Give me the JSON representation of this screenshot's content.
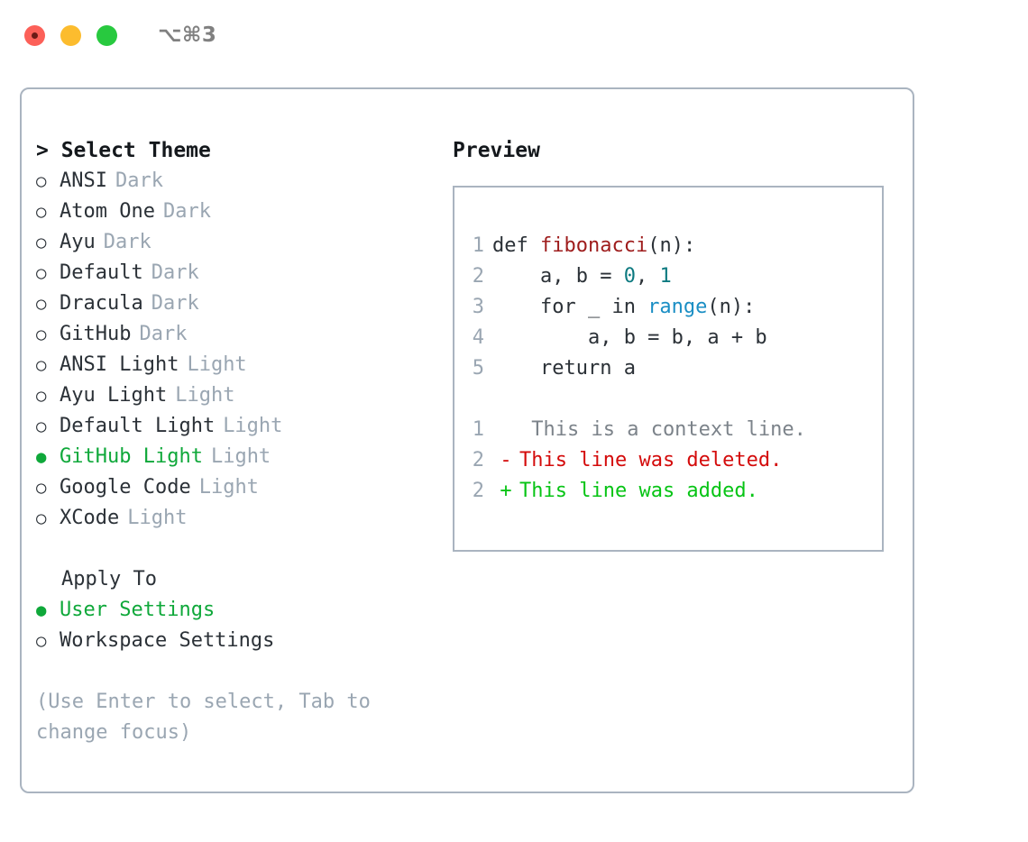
{
  "window": {
    "shortcut": "⌥⌘3",
    "traffic_lights": [
      "close-red",
      "minimize-yellow",
      "maximize-green"
    ]
  },
  "theme_picker": {
    "heading": "> Select Theme",
    "marker_selected": "●",
    "marker_unselected": "○",
    "items": [
      {
        "name": "ANSI",
        "tag": "Dark",
        "selected": false
      },
      {
        "name": "Atom One",
        "tag": "Dark",
        "selected": false
      },
      {
        "name": "Ayu",
        "tag": "Dark",
        "selected": false
      },
      {
        "name": "Default",
        "tag": "Dark",
        "selected": false
      },
      {
        "name": "Dracula",
        "tag": "Dark",
        "selected": false
      },
      {
        "name": "GitHub",
        "tag": "Dark",
        "selected": false
      },
      {
        "name": "ANSI Light",
        "tag": "Light",
        "selected": false
      },
      {
        "name": "Ayu Light",
        "tag": "Light",
        "selected": false
      },
      {
        "name": "Default Light",
        "tag": "Light",
        "selected": false
      },
      {
        "name": "GitHub Light",
        "tag": "Light",
        "selected": true
      },
      {
        "name": "Google Code",
        "tag": "Light",
        "selected": false
      },
      {
        "name": "XCode",
        "tag": "Light",
        "selected": false
      }
    ]
  },
  "apply_to": {
    "label": "Apply To",
    "options": [
      {
        "name": "User Settings",
        "selected": true
      },
      {
        "name": "Workspace Settings",
        "selected": false
      }
    ]
  },
  "hint": "(Use Enter to select, Tab to change focus)",
  "preview": {
    "title": "Preview",
    "code_lines": [
      {
        "num": "1",
        "parts": [
          {
            "text": "def ",
            "token": "plain"
          },
          {
            "text": "fibonacci",
            "token": "function"
          },
          {
            "text": "(n):",
            "token": "plain"
          }
        ]
      },
      {
        "num": "2",
        "parts": [
          {
            "text": "    a, b = ",
            "token": "plain"
          },
          {
            "text": "0",
            "token": "number"
          },
          {
            "text": ", ",
            "token": "plain"
          },
          {
            "text": "1",
            "token": "number"
          }
        ]
      },
      {
        "num": "3",
        "parts": [
          {
            "text": "    for _ in ",
            "token": "plain"
          },
          {
            "text": "range",
            "token": "call"
          },
          {
            "text": "(n):",
            "token": "plain"
          }
        ]
      },
      {
        "num": "4",
        "parts": [
          {
            "text": "        a, b = b, a + b",
            "token": "plain"
          }
        ]
      },
      {
        "num": "5",
        "parts": [
          {
            "text": "    return a",
            "token": "plain"
          }
        ]
      }
    ],
    "diff_lines": [
      {
        "num": "1",
        "sign": " ",
        "text": " This is a context line.",
        "kind": "context"
      },
      {
        "num": "2",
        "sign": "-",
        "text": "This line was deleted.",
        "kind": "deleted"
      },
      {
        "num": "2",
        "sign": "+",
        "text": "This line was added.",
        "kind": "added"
      }
    ]
  },
  "colors": {
    "selected_green": "#0fa83a",
    "muted_gray": "#9aa6b2",
    "text": "#2b3137",
    "border": "#aab4c0",
    "fn_red": "#9e1c1c",
    "num_teal": "#0d7a80",
    "call_blue": "#1a8ec4",
    "diff_red": "#d40b0b",
    "diff_green": "#07c415"
  }
}
